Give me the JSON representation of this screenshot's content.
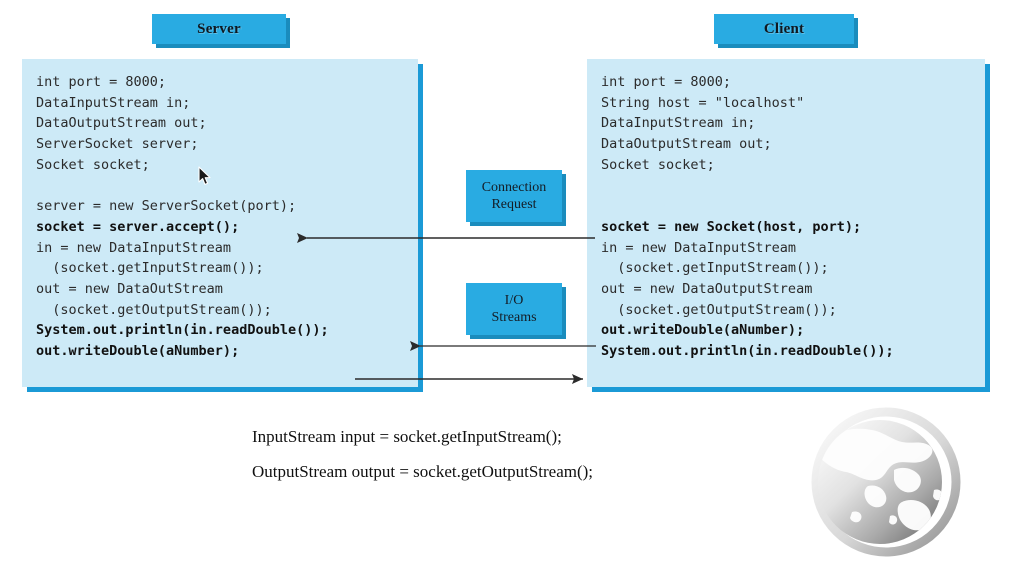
{
  "diagram": {
    "title": "Java Socket Client/Server Communication Diagram",
    "colors": {
      "header_blue": "#29abe2",
      "header_shadow": "#1a8cbd",
      "panel_fill": "#cdeaf7",
      "panel_shadow": "#1b9ad6",
      "arrow": "#2b2b2b",
      "text": "#2b2b2b",
      "globe": "#b5b5b5",
      "background": "#ffffff"
    }
  },
  "server": {
    "header_label": "Server",
    "code_lines": [
      {
        "text": "int port = 8000;",
        "bold": false
      },
      {
        "text": "DataInputStream in;",
        "bold": false
      },
      {
        "text": "DataOutputStream out;",
        "bold": false
      },
      {
        "text": "ServerSocket server;",
        "bold": false
      },
      {
        "text": "Socket socket;",
        "bold": false
      },
      {
        "text": "",
        "bold": false
      },
      {
        "text": "server = new ServerSocket(port);",
        "bold": false
      },
      {
        "text": "socket = server.accept();",
        "bold": true
      },
      {
        "text": "in = new DataInputStream",
        "bold": false
      },
      {
        "text": "  (socket.getInputStream());",
        "bold": false
      },
      {
        "text": "out = new DataOutStream",
        "bold": false
      },
      {
        "text": "  (socket.getOutputStream());",
        "bold": false
      },
      {
        "text": "System.out.println(in.readDouble());",
        "bold": true
      },
      {
        "text": "out.writeDouble(aNumber);",
        "bold": true
      }
    ]
  },
  "client": {
    "header_label": "Client",
    "code_lines": [
      {
        "text": "int port = 8000;",
        "bold": false
      },
      {
        "text": "String host = \"localhost\"",
        "bold": false
      },
      {
        "text": "DataInputStream in;",
        "bold": false
      },
      {
        "text": "DataOutputStream out;",
        "bold": false
      },
      {
        "text": "Socket socket;",
        "bold": false
      },
      {
        "text": "",
        "bold": false
      },
      {
        "text": "",
        "bold": false
      },
      {
        "text": "socket = new Socket(host, port);",
        "bold": true
      },
      {
        "text": "in = new DataInputStream",
        "bold": false
      },
      {
        "text": "  (socket.getInputStream());",
        "bold": false
      },
      {
        "text": "out = new DataOutputStream",
        "bold": false
      },
      {
        "text": "  (socket.getOutputStream());",
        "bold": false
      },
      {
        "text": "out.writeDouble(aNumber);",
        "bold": true
      },
      {
        "text": "System.out.println(in.readDouble());",
        "bold": true
      }
    ]
  },
  "middle_labels": {
    "connection": {
      "line1": "Connection",
      "line2": "Request"
    },
    "io": {
      "line1": "I/O",
      "line2": "Streams"
    }
  },
  "arrows": [
    {
      "name": "connection-request-arrow",
      "direction": "right-to-left",
      "from": "client",
      "to": "server"
    },
    {
      "name": "io-read-arrow",
      "direction": "right-to-left",
      "from": "client",
      "to": "server"
    },
    {
      "name": "io-write-arrow",
      "direction": "left-to-right",
      "from": "server",
      "to": "client"
    }
  ],
  "captions": {
    "line1": "InputStream input = socket.getInputStream();",
    "line2": "OutputStream output = socket.getOutputStream();"
  },
  "decorations": {
    "globe_icon": "globe-icon",
    "mouse_cursor": "mouse-cursor-icon"
  }
}
